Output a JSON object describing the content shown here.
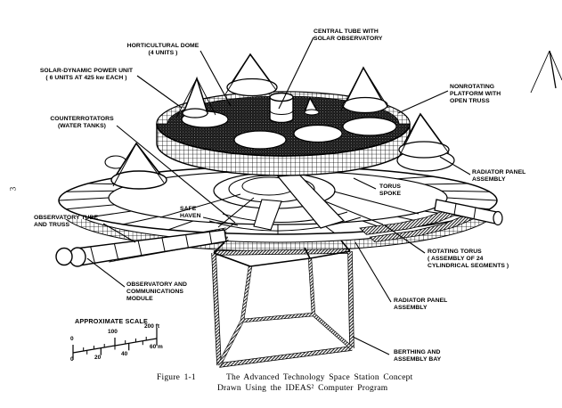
{
  "page": {
    "number": "3"
  },
  "callouts": {
    "horticultural_dome": "HORTICULTURAL DOME\n(4 UNITS )",
    "central_tube": "CENTRAL TUBE WITH\nSOLAR OBSERVATORY",
    "solar_dynamic": "SOLAR-DYNAMIC POWER UNIT\n( 6 UNITS AT 425 kw EACH )",
    "counterrotators": "COUNTERROTATORS\n(WATER TANKS)",
    "nonrotating_platform": "NONROTATING\nPLATFORM WITH\nOPEN TRUSS",
    "radiator_panel_upper": "RADIATOR PANEL\nASSEMBLY",
    "torus_spoke": "TORUS\nSPOKE",
    "safe_haven": "SAFE\nHAVEN",
    "observatory_tube": "OBSERVATORY TUBE\nAND TRUSS",
    "rotating_torus": "ROTATING TORUS\n( ASSEMBLY OF 24\nCYLINDRICAL SEGMENTS )",
    "observatory_module": "OBSERVATORY AND\nCOMMUNICATIONS\nMODULE",
    "radiator_panel_lower": "RADIATOR PANEL\nASSEMBLY",
    "berthing_bay": "BERTHING AND\nASSEMBLY BAY"
  },
  "scale": {
    "title": "APPROXIMATE SCALE",
    "feet": {
      "t0": "0",
      "t100": "100",
      "t200": "200 ft"
    },
    "meters": {
      "t0": "0",
      "t20": "20",
      "t40": "40",
      "t60": "60 m"
    }
  },
  "figure": {
    "label": "Figure 1-1",
    "title_line1": "The Advanced Technology Space Station Concept",
    "title_line2": "Drawn Using the IDEAS² Computer Program"
  }
}
